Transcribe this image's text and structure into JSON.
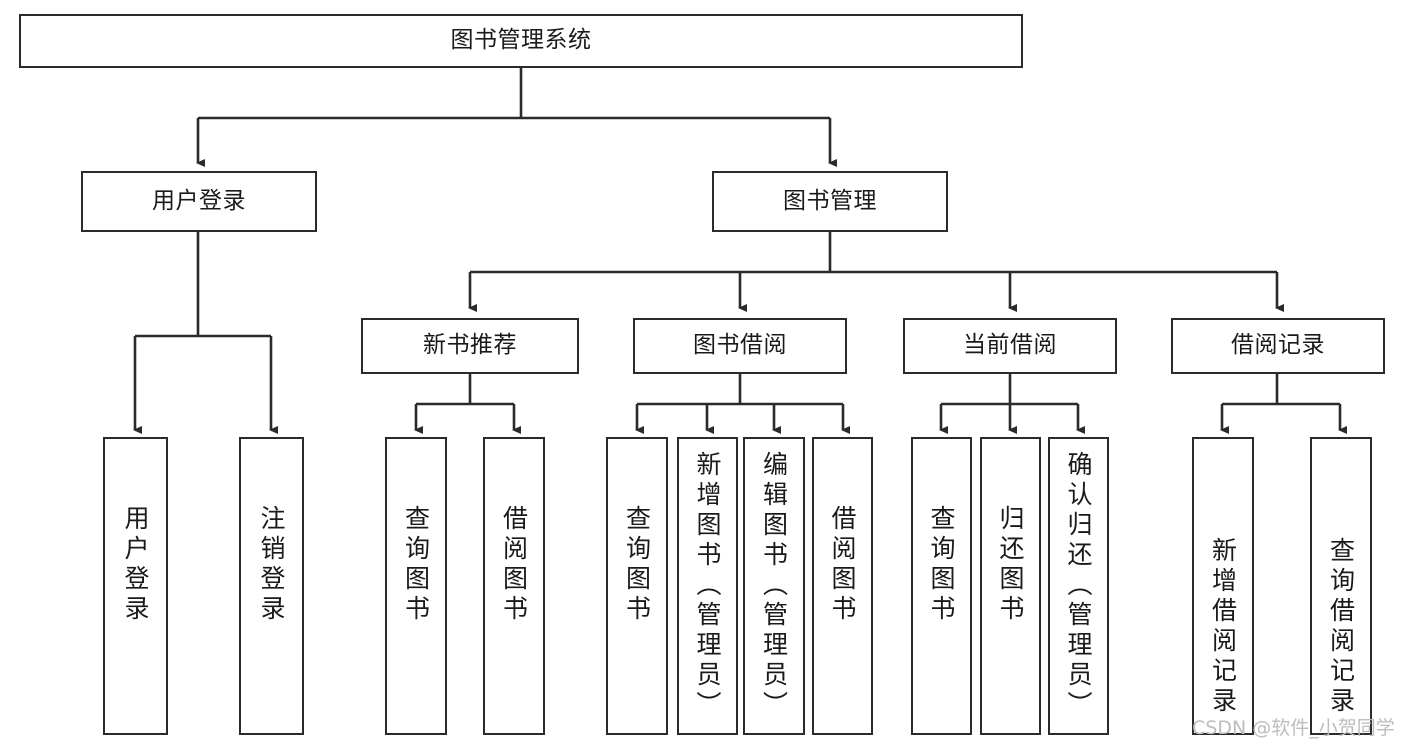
{
  "diagram": {
    "title": "图书管理系统",
    "type": "tree-hierarchy",
    "colors": {
      "node_border": "#2b2b2b",
      "node_fill": "#ffffff",
      "edge": "#2b2b2b",
      "text": "#1a1a1a",
      "watermark": "#bdbdbd",
      "background": "#ffffff"
    },
    "watermark": "CSDN @软件_小贺同学",
    "levels": {
      "root": "图书管理系统",
      "level2": [
        "用户登录",
        "图书管理"
      ],
      "level3": [
        "新书推荐",
        "图书借阅",
        "当前借阅",
        "借阅记录"
      ]
    },
    "nodes": {
      "root": {
        "label": "图书管理系统"
      },
      "user_login": {
        "label": "用户登录"
      },
      "book_manage": {
        "label": "图书管理"
      },
      "new_book_rec": {
        "label": "新书推荐"
      },
      "book_borrow": {
        "label": "图书借阅"
      },
      "current_borrow": {
        "label": "当前借阅"
      },
      "borrow_record": {
        "label": "借阅记录"
      },
      "leaf_user_login": {
        "label": "用户登录"
      },
      "leaf_logout": {
        "label": "注销登录"
      },
      "leaf_query_book_1": {
        "label": "查询图书"
      },
      "leaf_borrow_book_1": {
        "label": "借阅图书"
      },
      "leaf_query_book_2": {
        "label": "查询图书"
      },
      "leaf_add_book": {
        "label": "新增图书（管理员）"
      },
      "leaf_edit_book": {
        "label": "编辑图书（管理员）"
      },
      "leaf_borrow_book_2": {
        "label": "借阅图书"
      },
      "leaf_query_book_3": {
        "label": "查询图书"
      },
      "leaf_return_book": {
        "label": "归还图书"
      },
      "leaf_confirm_return": {
        "label": "确认归还（管理员）"
      },
      "leaf_add_record": {
        "label": "新增借阅记录"
      },
      "leaf_query_record": {
        "label": "查询借阅记录"
      }
    }
  }
}
